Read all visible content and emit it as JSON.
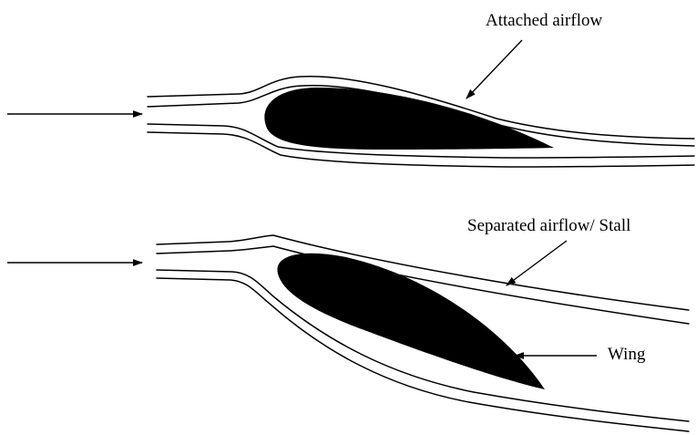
{
  "labels": {
    "attached": "Attached airflow",
    "separated": "Separated airflow/ Stall",
    "wing": "Wing"
  },
  "colors": {
    "ink": "#000000",
    "background": "#ffffff"
  }
}
